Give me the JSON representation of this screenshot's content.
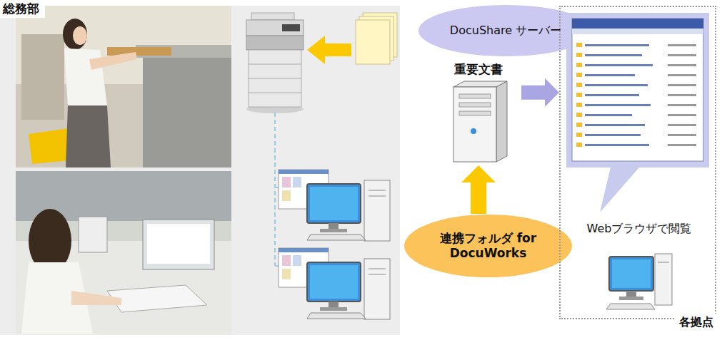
{
  "diagram": {
    "nodes": [
      {
        "text": [
          "総務部"
        ]
      },
      {
        "text": [
          "DocuShare サーバー"
        ]
      },
      {
        "text": [
          "重要文書"
        ]
      },
      {
        "text": [
          "連携フォルダ for DocuWorks"
        ]
      },
      {
        "text": [
          "各拠点"
        ]
      },
      {
        "text": [
          "Webブラウザで閲覧"
        ],
        "in": 4
      }
    ],
    "edges": [
      {
        "from": 3,
        "to": 2,
        "arrow": "to"
      },
      {
        "from": 2,
        "to": 4,
        "arrow": "to"
      }
    ]
  }
}
